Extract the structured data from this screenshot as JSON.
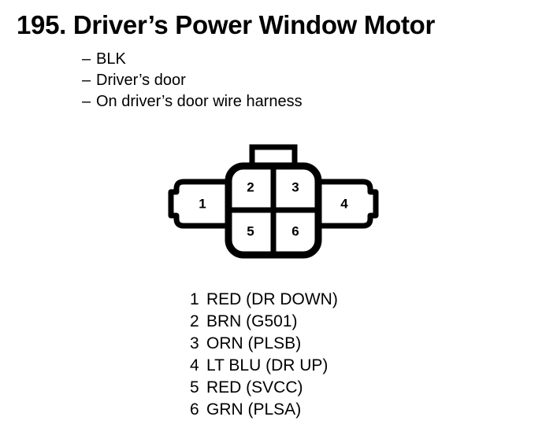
{
  "page": {
    "title": "195. Driver’s Power Window Motor"
  },
  "descriptors": {
    "dash": "–",
    "items": [
      "BLK",
      "Driver’s door",
      "On driver’s door wire harness"
    ]
  },
  "connector": {
    "name": "6-way connector",
    "top_tab_label": "locking-tab",
    "cells": [
      {
        "id": "cell-2",
        "label": "2"
      },
      {
        "id": "cell-3",
        "label": "3"
      },
      {
        "id": "cell-5",
        "label": "5"
      },
      {
        "id": "cell-6",
        "label": "6"
      }
    ],
    "side_cells": [
      {
        "id": "cell-1",
        "label": "1"
      },
      {
        "id": "cell-4",
        "label": "4"
      }
    ],
    "stroke_color": "#000000",
    "fill_color": "#ffffff"
  },
  "legend": {
    "rows": [
      {
        "pin": "1",
        "desc": "RED (DR DOWN)"
      },
      {
        "pin": "2",
        "desc": "BRN (G501)"
      },
      {
        "pin": "3",
        "desc": "ORN (PLSB)"
      },
      {
        "pin": "4",
        "desc": "LT BLU (DR UP)"
      },
      {
        "pin": "5",
        "desc": "RED (SVCC)"
      },
      {
        "pin": "6",
        "desc": "GRN (PLSA)"
      }
    ]
  }
}
